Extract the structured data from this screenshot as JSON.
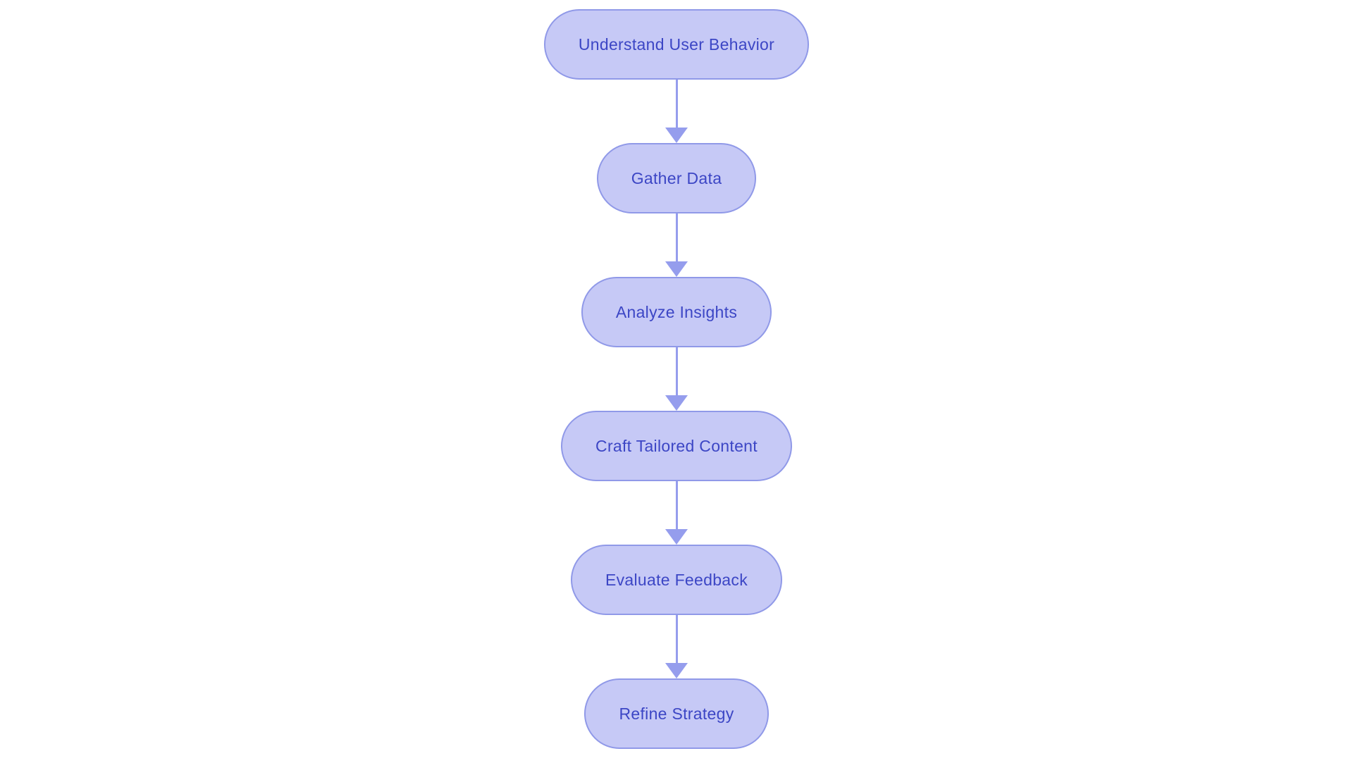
{
  "diagram": {
    "type": "flowchart",
    "direction": "top-down",
    "nodes": [
      {
        "label": "Understand User Behavior"
      },
      {
        "label": "Gather Data"
      },
      {
        "label": "Analyze Insights"
      },
      {
        "label": "Craft Tailored Content"
      },
      {
        "label": "Evaluate Feedback"
      },
      {
        "label": "Refine Strategy"
      }
    ],
    "connections": [
      {
        "from": 0,
        "to": 1
      },
      {
        "from": 1,
        "to": 2
      },
      {
        "from": 2,
        "to": 3
      },
      {
        "from": 3,
        "to": 4
      },
      {
        "from": 4,
        "to": 5
      }
    ],
    "colors": {
      "background": "#ffffff",
      "node_fill": "#c6c9f6",
      "node_border": "#9099e8",
      "node_text": "#3c46c5",
      "arrow": "#959ded"
    }
  }
}
